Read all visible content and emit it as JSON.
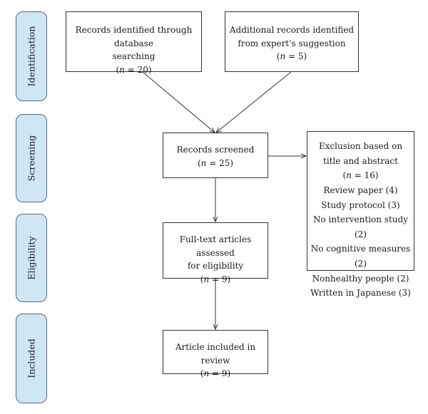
{
  "phases": {
    "identification": "Identification",
    "screening": "Screening",
    "eligibility": "Eligibility",
    "included": "Included"
  },
  "boxes": {
    "database": {
      "line1": "Records identified through database",
      "line2": "searching",
      "n_prefix": "(",
      "n_var": "n",
      "n_value": " = 20)"
    },
    "expert": {
      "line1": "Additional records identified",
      "line2": "from expert's suggestion",
      "n_prefix": "(",
      "n_var": "n",
      "n_value": " = 5)"
    },
    "screened": {
      "line1": "Records screened",
      "n_prefix": "(",
      "n_var": "n",
      "n_value": " = 25)"
    },
    "fulltext": {
      "line1": "Full-text articles assessed",
      "line2": "for eligibility",
      "n_prefix": "(",
      "n_var": "n",
      "n_value": " = 9)"
    },
    "included": {
      "line1": "Article included in review",
      "n_prefix": "(",
      "n_var": "n",
      "n_value": " = 9)"
    },
    "exclusion": {
      "line1": "Exclusion based on",
      "line2": "title and abstract",
      "n_prefix": "(",
      "n_var": "n",
      "n_value": " = 16)",
      "reasons": [
        "Review paper (4)",
        "Study protocol (3)",
        "No intervention study (2)",
        "No cognitive measures (2)",
        "Nonhealthy people (2)",
        "Written in Japanese (3)"
      ]
    }
  }
}
